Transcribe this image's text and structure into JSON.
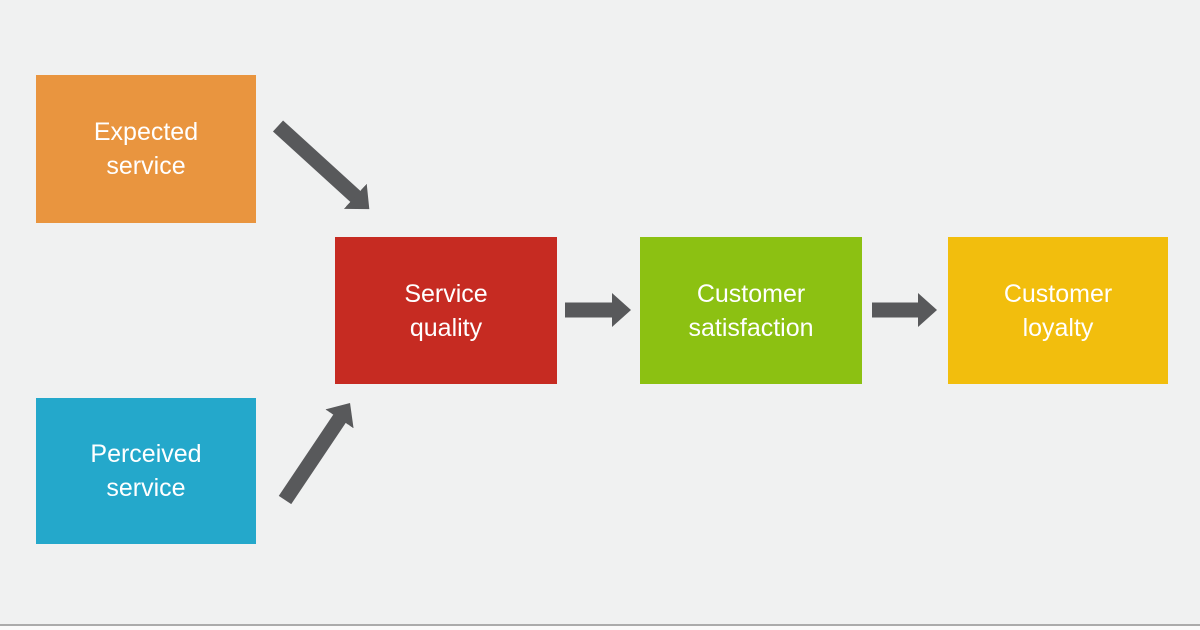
{
  "theme": {
    "background": "#F0F1F1",
    "connector": "#58595B",
    "node_text": "#FFFFFF",
    "slide_edge_line": "#ABABAB",
    "slide_edge_fill": "#FAFAFA"
  },
  "diagram": {
    "nodes": [
      {
        "id": "expected-service",
        "label": "Expected\nservice",
        "color": "#E9953F"
      },
      {
        "id": "perceived-service",
        "label": "Perceived\nservice",
        "color": "#24A8CB"
      },
      {
        "id": "service-quality",
        "label": "Service\nquality",
        "color": "#C62B22"
      },
      {
        "id": "customer-satisfaction",
        "label": "Customer\nsatisfaction",
        "color": "#8CC112"
      },
      {
        "id": "customer-loyalty",
        "label": "Customer\nloyalty",
        "color": "#F2BE0D"
      }
    ],
    "edges": [
      {
        "from": "expected-service",
        "to": "service-quality"
      },
      {
        "from": "perceived-service",
        "to": "service-quality"
      },
      {
        "from": "service-quality",
        "to": "customer-satisfaction"
      },
      {
        "from": "customer-satisfaction",
        "to": "customer-loyalty"
      }
    ]
  }
}
